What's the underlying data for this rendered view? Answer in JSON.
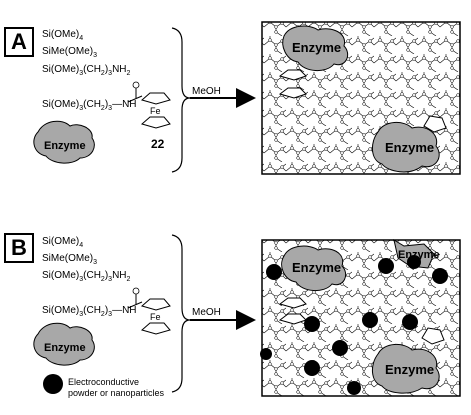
{
  "panels": [
    {
      "label": "A",
      "reagents": [
        "Si(OMe)4",
        "SiMe(OMe)3",
        "Si(OMe)3(CH2)3NH2",
        "Si(OMe)3(CH2)3—NH"
      ],
      "ferrocene_label": "Fe",
      "compound_number": "22",
      "enzyme_label": "Enzyme",
      "solvent": "MeOH",
      "result_enzyme_labels": [
        "Enzyme",
        "Enzyme"
      ]
    },
    {
      "label": "B",
      "reagents": [
        "Si(OMe)4",
        "SiMe(OMe)3",
        "Si(OMe)3(CH2)3NH2",
        "Si(OMe)3(CH2)3—NH"
      ],
      "ferrocene_label": "Fe",
      "enzyme_label": "Enzyme",
      "solvent": "MeOH",
      "legend_lines": [
        "Electroconductive",
        "powder or nanoparticles"
      ],
      "result_enzyme_labels": [
        "Enzyme",
        "Enzyme",
        "Enzyme"
      ]
    }
  ],
  "colors": {
    "enzyme_fill": "#a8a8a8",
    "particle_fill": "#000000",
    "line": "#000000"
  }
}
